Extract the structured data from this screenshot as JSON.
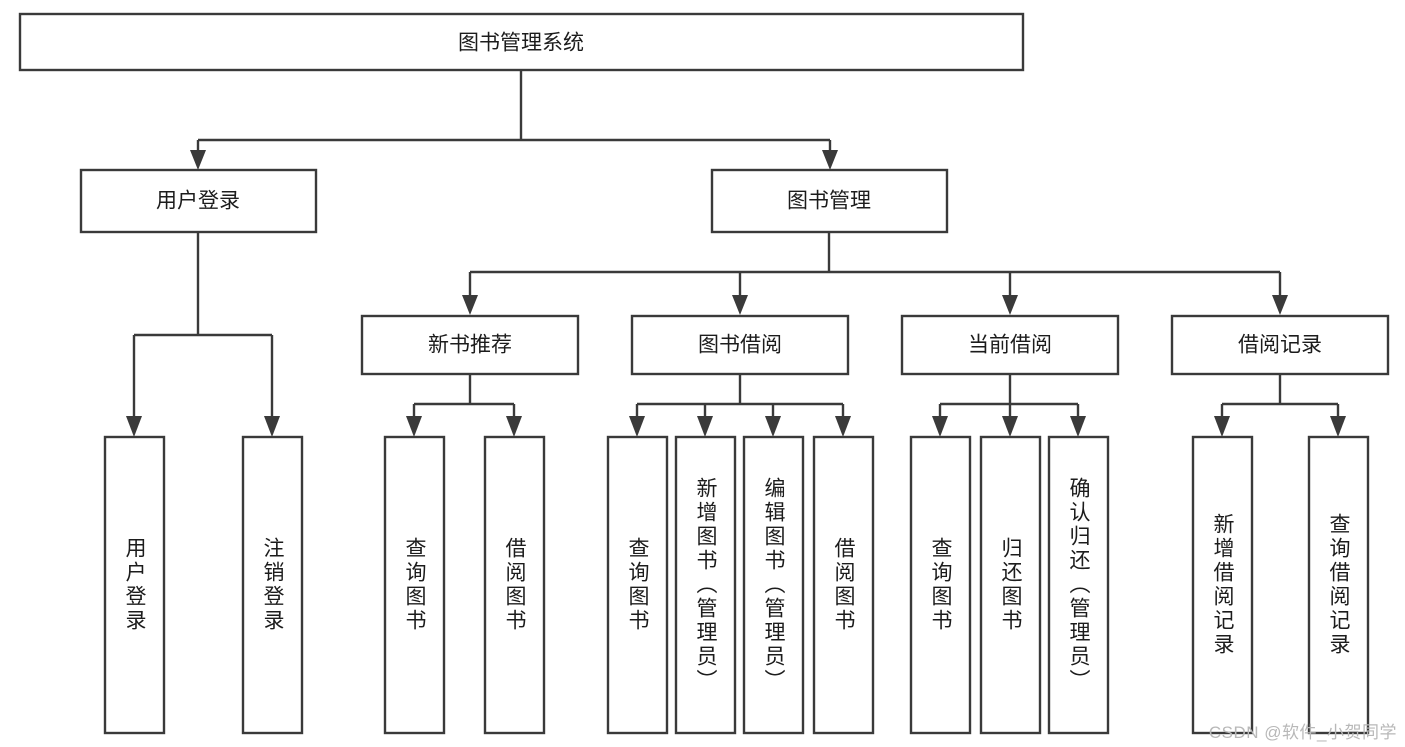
{
  "diagram": {
    "type": "tree-hierarchy",
    "title": "图书管理系统",
    "orientation": "top-down",
    "style": {
      "box_fill": "#ffffff",
      "box_stroke": "#3a3a3a",
      "text_color": "#1c1c1c",
      "watermark_color": "#b8b8b8",
      "background": "#ffffff"
    },
    "root": {
      "label": "图书管理系统"
    },
    "level2": [
      {
        "label": "用户登录"
      },
      {
        "label": "图书管理"
      }
    ],
    "level3": [
      {
        "label": "新书推荐",
        "parent": "图书管理"
      },
      {
        "label": "图书借阅",
        "parent": "图书管理"
      },
      {
        "label": "当前借阅",
        "parent": "图书管理"
      },
      {
        "label": "借阅记录",
        "parent": "图书管理"
      }
    ],
    "leaves": [
      {
        "label": "用户登录",
        "parent": "用户登录"
      },
      {
        "label": "注销登录",
        "parent": "用户登录"
      },
      {
        "label": "查询图书",
        "parent": "新书推荐"
      },
      {
        "label": "借阅图书",
        "parent": "新书推荐"
      },
      {
        "label": "查询图书",
        "parent": "图书借阅"
      },
      {
        "label": "新增图书（管理员）",
        "parent": "图书借阅"
      },
      {
        "label": "编辑图书（管理员）",
        "parent": "图书借阅"
      },
      {
        "label": "借阅图书",
        "parent": "图书借阅"
      },
      {
        "label": "查询图书",
        "parent": "当前借阅"
      },
      {
        "label": "归还图书",
        "parent": "当前借阅"
      },
      {
        "label": "确认归还（管理员）",
        "parent": "当前借阅"
      },
      {
        "label": "新增借阅记录",
        "parent": "借阅记录"
      },
      {
        "label": "查询借阅记录",
        "parent": "借阅记录"
      }
    ]
  },
  "watermark": {
    "text": "CSDN @软件_小贺同学"
  }
}
